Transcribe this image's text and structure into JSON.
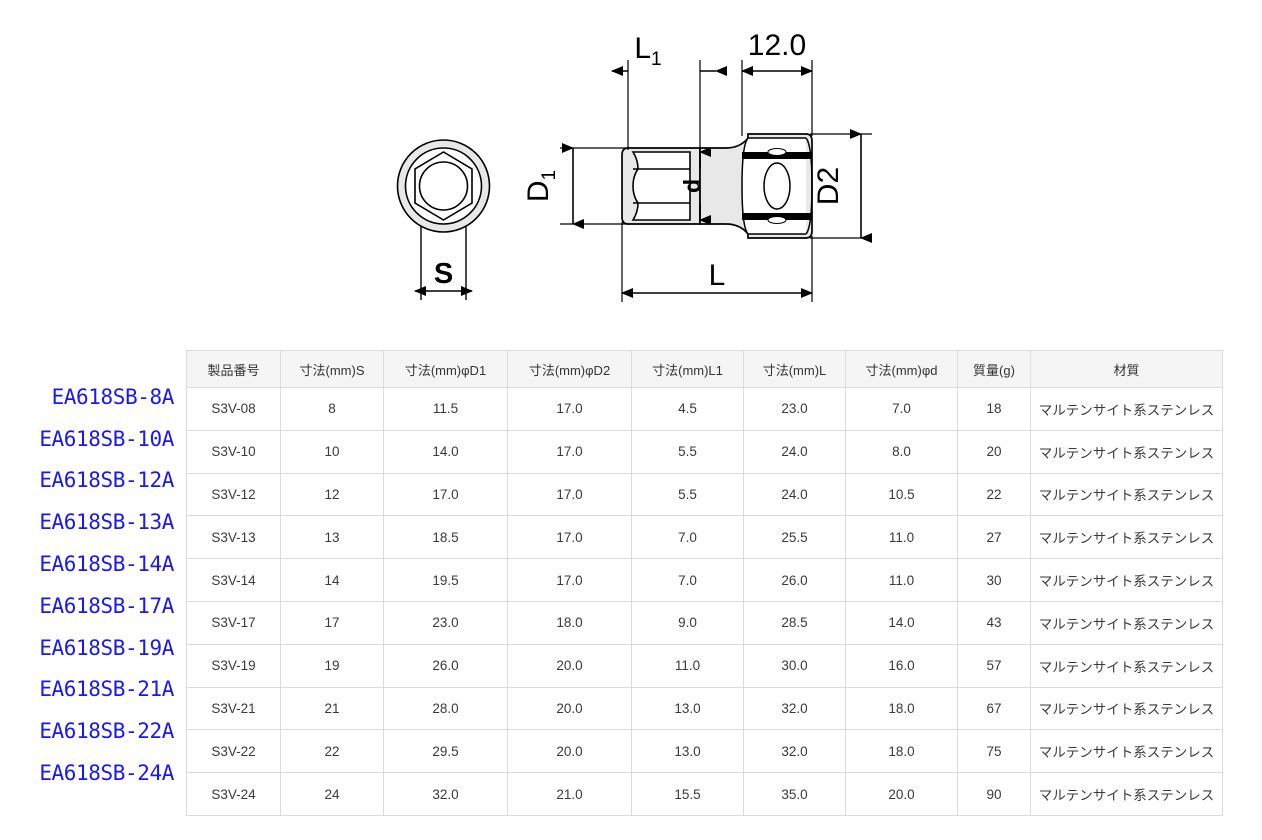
{
  "diagram": {
    "title": "socket-technical-drawing",
    "labels": {
      "s": "S",
      "d1_main": "D",
      "d1_sub": "1",
      "d2": "D2",
      "l1_main": "L",
      "l1_sub": "1",
      "l": "L",
      "d_small": "d",
      "drive_dim": "12.0"
    }
  },
  "table": {
    "headers": [
      "製品番号",
      "寸法(mm)S",
      "寸法(mm)φD1",
      "寸法(mm)φD2",
      "寸法(mm)L1",
      "寸法(mm)L",
      "寸法(mm)φd",
      "質量(g)",
      "材質"
    ],
    "model_numbers": [
      "EA618SB-8A",
      "EA618SB-10A",
      "EA618SB-12A",
      "EA618SB-13A",
      "EA618SB-14A",
      "EA618SB-17A",
      "EA618SB-19A",
      "EA618SB-21A",
      "EA618SB-22A",
      "EA618SB-24A"
    ],
    "rows": [
      [
        "S3V-08",
        "8",
        "11.5",
        "17.0",
        "4.5",
        "23.0",
        "7.0",
        "18",
        "マルテンサイト系ステンレス"
      ],
      [
        "S3V-10",
        "10",
        "14.0",
        "17.0",
        "5.5",
        "24.0",
        "8.0",
        "20",
        "マルテンサイト系ステンレス"
      ],
      [
        "S3V-12",
        "12",
        "17.0",
        "17.0",
        "5.5",
        "24.0",
        "10.5",
        "22",
        "マルテンサイト系ステンレス"
      ],
      [
        "S3V-13",
        "13",
        "18.5",
        "17.0",
        "7.0",
        "25.5",
        "11.0",
        "27",
        "マルテンサイト系ステンレス"
      ],
      [
        "S3V-14",
        "14",
        "19.5",
        "17.0",
        "7.0",
        "26.0",
        "11.0",
        "30",
        "マルテンサイト系ステンレス"
      ],
      [
        "S3V-17",
        "17",
        "23.0",
        "18.0",
        "9.0",
        "28.5",
        "14.0",
        "43",
        "マルテンサイト系ステンレス"
      ],
      [
        "S3V-19",
        "19",
        "26.0",
        "20.0",
        "11.0",
        "30.0",
        "16.0",
        "57",
        "マルテンサイト系ステンレス"
      ],
      [
        "S3V-21",
        "21",
        "28.0",
        "20.0",
        "13.0",
        "32.0",
        "18.0",
        "67",
        "マルテンサイト系ステンレス"
      ],
      [
        "S3V-22",
        "22",
        "29.5",
        "20.0",
        "13.0",
        "32.0",
        "18.0",
        "75",
        "マルテンサイト系ステンレス"
      ],
      [
        "S3V-24",
        "24",
        "32.0",
        "21.0",
        "15.5",
        "35.0",
        "20.0",
        "90",
        "マルテンサイト系ステンレス"
      ]
    ]
  },
  "colors": {
    "model_text": "#1818f0",
    "header_bg": "#f5f5f5",
    "border": "#dcdcdc",
    "body_text": "#3a3a3a",
    "drawing_line": "#000000",
    "drawing_fill": "#e8e8e8"
  }
}
